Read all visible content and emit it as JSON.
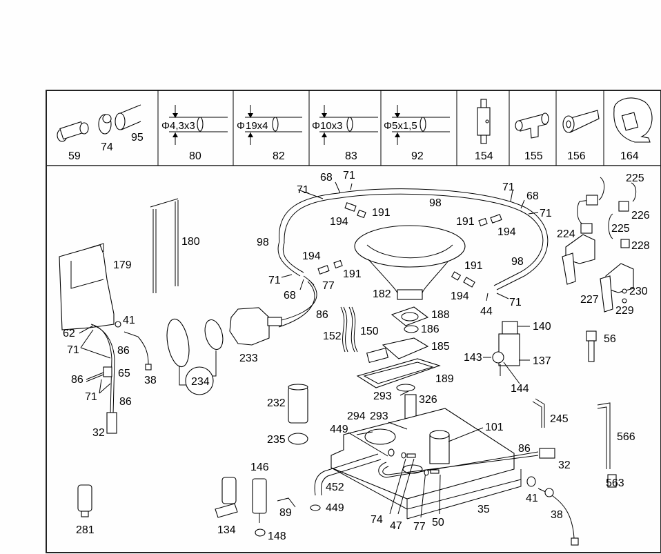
{
  "title": "Exploded parts diagram",
  "legend_cells": [
    {
      "parts": [
        {
          "label": "59"
        },
        {
          "label": "74"
        },
        {
          "label": "95"
        }
      ]
    },
    {
      "dimension": "4,3x3",
      "diameter_symbol": "Φ",
      "label": "80"
    },
    {
      "dimension": "19x4",
      "diameter_symbol": "Φ",
      "label": "82"
    },
    {
      "dimension": "10x3",
      "diameter_symbol": "Φ",
      "label": "83"
    },
    {
      "dimension": "5x1,5",
      "diameter_symbol": "Φ",
      "label": "92"
    },
    {
      "label": "154"
    },
    {
      "label": "155"
    },
    {
      "label": "156"
    },
    {
      "label": "164"
    }
  ],
  "callouts": [
    {
      "id": "c71a",
      "text": "71"
    },
    {
      "id": "c68a",
      "text": "68"
    },
    {
      "id": "c71b",
      "text": "71"
    },
    {
      "id": "c98a",
      "text": "98"
    },
    {
      "id": "c71c",
      "text": "71"
    },
    {
      "id": "c68b",
      "text": "68"
    },
    {
      "id": "c71d",
      "text": "71"
    },
    {
      "id": "c194a",
      "text": "194"
    },
    {
      "id": "c191a",
      "text": "191"
    },
    {
      "id": "c191b",
      "text": "191"
    },
    {
      "id": "c194b",
      "text": "194"
    },
    {
      "id": "c180",
      "text": "180"
    },
    {
      "id": "c98b",
      "text": "98"
    },
    {
      "id": "c98c",
      "text": "98"
    },
    {
      "id": "c179",
      "text": "179"
    },
    {
      "id": "c194c",
      "text": "194"
    },
    {
      "id": "c191c",
      "text": "191"
    },
    {
      "id": "c191d",
      "text": "191"
    },
    {
      "id": "c71e",
      "text": "71"
    },
    {
      "id": "c77a",
      "text": "77"
    },
    {
      "id": "c68c",
      "text": "68"
    },
    {
      "id": "c182",
      "text": "182"
    },
    {
      "id": "c194d",
      "text": "194"
    },
    {
      "id": "c71f",
      "text": "71"
    },
    {
      "id": "c44",
      "text": "44"
    },
    {
      "id": "c224",
      "text": "224"
    },
    {
      "id": "c225a",
      "text": "225"
    },
    {
      "id": "c226",
      "text": "226"
    },
    {
      "id": "c225b",
      "text": "225"
    },
    {
      "id": "c228",
      "text": "228"
    },
    {
      "id": "c227",
      "text": "227"
    },
    {
      "id": "c230",
      "text": "230"
    },
    {
      "id": "c229",
      "text": "229"
    },
    {
      "id": "c41a",
      "text": "41"
    },
    {
      "id": "c62",
      "text": "62"
    },
    {
      "id": "c71g",
      "text": "71"
    },
    {
      "id": "c86a",
      "text": "86"
    },
    {
      "id": "c38a",
      "text": "38"
    },
    {
      "id": "c86b",
      "text": "86"
    },
    {
      "id": "c65",
      "text": "65"
    },
    {
      "id": "c71h",
      "text": "71"
    },
    {
      "id": "c86c",
      "text": "86"
    },
    {
      "id": "c32a",
      "text": "32"
    },
    {
      "id": "c234",
      "text": "234"
    },
    {
      "id": "c233",
      "text": "233"
    },
    {
      "id": "c86d",
      "text": "86"
    },
    {
      "id": "c152",
      "text": "152"
    },
    {
      "id": "c150",
      "text": "150"
    },
    {
      "id": "c188",
      "text": "188"
    },
    {
      "id": "c186",
      "text": "186"
    },
    {
      "id": "c185",
      "text": "185"
    },
    {
      "id": "c189",
      "text": "189"
    },
    {
      "id": "c140",
      "text": "140"
    },
    {
      "id": "c143",
      "text": "143"
    },
    {
      "id": "c137",
      "text": "137"
    },
    {
      "id": "c144",
      "text": "144"
    },
    {
      "id": "c56",
      "text": "56"
    },
    {
      "id": "c293a",
      "text": "293"
    },
    {
      "id": "c326",
      "text": "326"
    },
    {
      "id": "c232",
      "text": "232"
    },
    {
      "id": "c294",
      "text": "294"
    },
    {
      "id": "c293b",
      "text": "293"
    },
    {
      "id": "c245",
      "text": "245"
    },
    {
      "id": "c566",
      "text": "566"
    },
    {
      "id": "c449a",
      "text": "449"
    },
    {
      "id": "c101",
      "text": "101"
    },
    {
      "id": "c235",
      "text": "235"
    },
    {
      "id": "c86e",
      "text": "86"
    },
    {
      "id": "c32b",
      "text": "32"
    },
    {
      "id": "c146",
      "text": "146"
    },
    {
      "id": "c452",
      "text": "452"
    },
    {
      "id": "c563",
      "text": "563"
    },
    {
      "id": "c41b",
      "text": "41"
    },
    {
      "id": "c449b",
      "text": "449"
    },
    {
      "id": "c89",
      "text": "89"
    },
    {
      "id": "c35",
      "text": "35"
    },
    {
      "id": "c38b",
      "text": "38"
    },
    {
      "id": "c281",
      "text": "281"
    },
    {
      "id": "c134",
      "text": "134"
    },
    {
      "id": "c74",
      "text": "74"
    },
    {
      "id": "c47",
      "text": "47"
    },
    {
      "id": "c77b",
      "text": "77"
    },
    {
      "id": "c50",
      "text": "50"
    },
    {
      "id": "c148",
      "text": "148"
    }
  ]
}
